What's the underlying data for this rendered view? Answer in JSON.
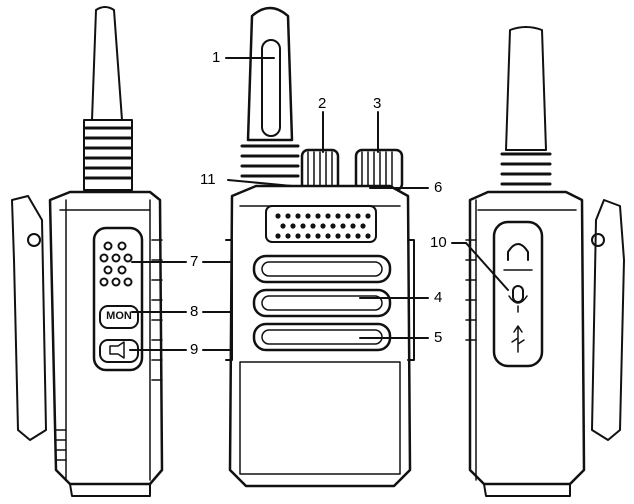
{
  "diagram": {
    "callouts": [
      {
        "id": "c1",
        "text": "1"
      },
      {
        "id": "c2",
        "text": "2"
      },
      {
        "id": "c3",
        "text": "3"
      },
      {
        "id": "c4",
        "text": "4"
      },
      {
        "id": "c5",
        "text": "5"
      },
      {
        "id": "c6",
        "text": "6"
      },
      {
        "id": "c7",
        "text": "7"
      },
      {
        "id": "c8",
        "text": "8"
      },
      {
        "id": "c9",
        "text": "9"
      },
      {
        "id": "c10",
        "text": "10"
      },
      {
        "id": "c11",
        "text": "11"
      }
    ],
    "button_label": "MON"
  }
}
